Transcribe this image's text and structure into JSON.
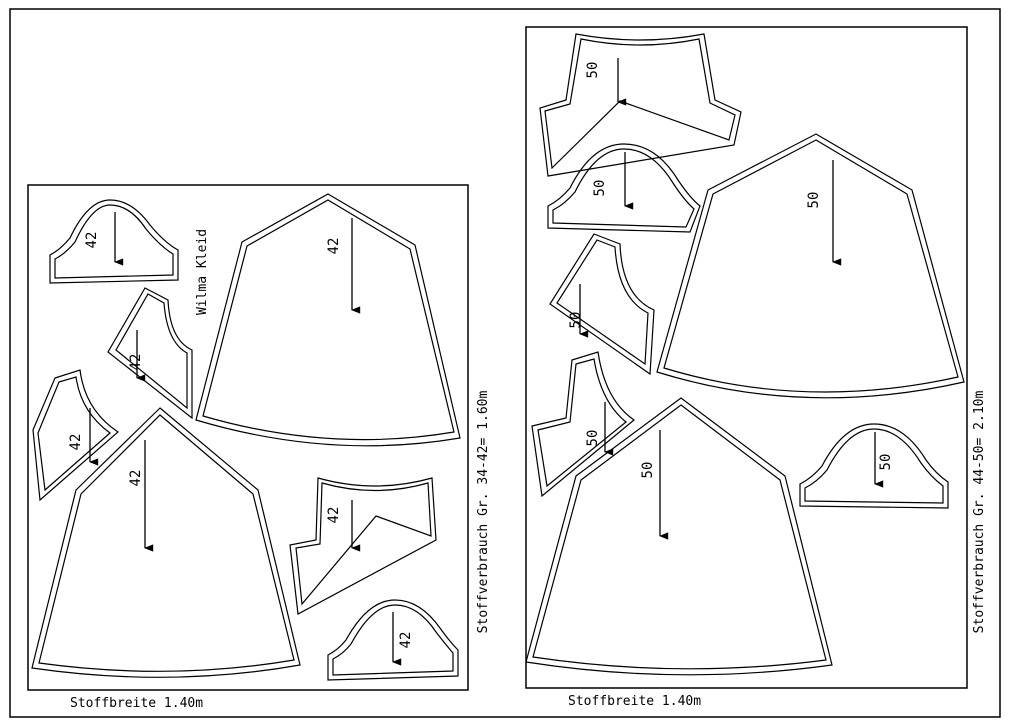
{
  "title": "Wilma Kleid",
  "layouts": [
    {
      "size_label": "42",
      "usage_text": "Stoffverbrauch Gr. 34-42= 1.60m",
      "fabric_width_text": "Stoffbreite 1.40m"
    },
    {
      "size_label": "50",
      "usage_text": "Stoffverbrauch Gr. 44-50= 2.10m",
      "fabric_width_text": "Stoffbreite 1.40m"
    }
  ]
}
